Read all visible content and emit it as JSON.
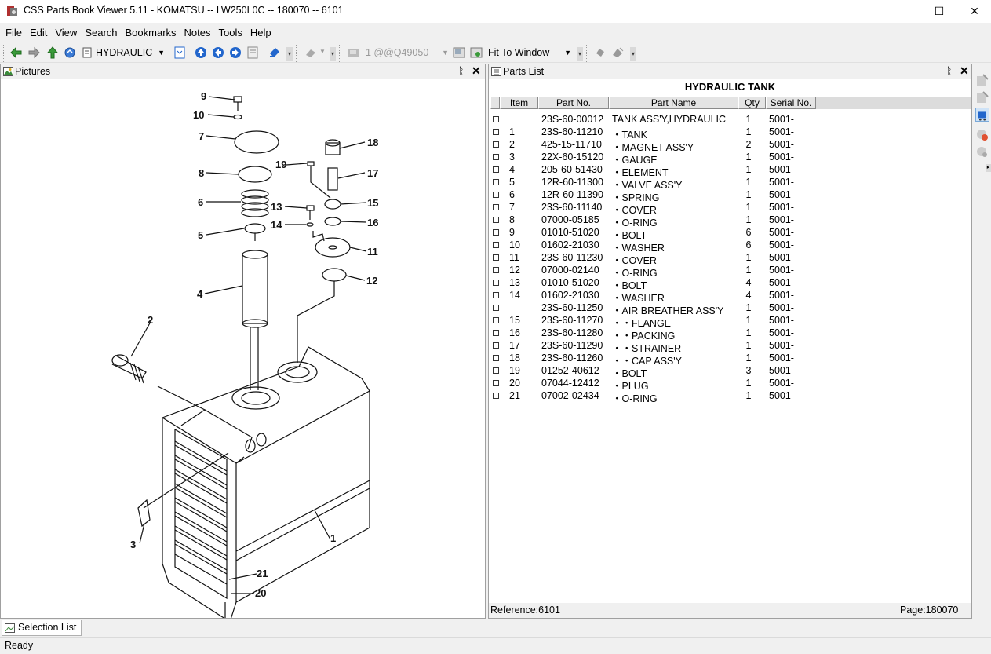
{
  "window": {
    "title": "CSS Parts Book Viewer 5.11 - KOMATSU -- LW250L0C -- 180070 -- 6101",
    "minimize": "—",
    "maximize": "☐",
    "close": "✕"
  },
  "menu": [
    "File",
    "Edit",
    "View",
    "Search",
    "Bookmarks",
    "Notes",
    "Tools",
    "Help"
  ],
  "toolbar": {
    "group_select": "HYDRAULIC",
    "page_select": "1 @@Q49050",
    "zoom_select": "Fit To Window"
  },
  "pictures_panel": {
    "title": "Pictures",
    "pin": "ᚱ",
    "close": "✕",
    "callouts": [
      "9",
      "10",
      "7",
      "8",
      "6",
      "5",
      "4",
      "2",
      "3",
      "19",
      "18",
      "17",
      "13",
      "15",
      "14",
      "16",
      "11",
      "12",
      "1",
      "21",
      "20"
    ]
  },
  "parts_panel": {
    "title": "Parts List",
    "pin": "ᚱ",
    "close": "✕",
    "heading": "HYDRAULIC TANK",
    "columns": [
      "Item",
      "Part No.",
      "Part Name",
      "Qty",
      "Serial No."
    ],
    "rows": [
      {
        "item": "",
        "part": "23S-60-00012",
        "name": "TANK ASS'Y,HYDRAULIC",
        "qty": "1",
        "serial": "5001-"
      },
      {
        "item": "1",
        "part": "23S-60-11210",
        "name": "・TANK",
        "qty": "1",
        "serial": "5001-"
      },
      {
        "item": "2",
        "part": "425-15-11710",
        "name": "・MAGNET ASS'Y",
        "qty": "2",
        "serial": "5001-"
      },
      {
        "item": "3",
        "part": "22X-60-15120",
        "name": "・GAUGE",
        "qty": "1",
        "serial": "5001-"
      },
      {
        "item": "4",
        "part": "205-60-51430",
        "name": "・ELEMENT",
        "qty": "1",
        "serial": "5001-"
      },
      {
        "item": "5",
        "part": "12R-60-11300",
        "name": "・VALVE ASS'Y",
        "qty": "1",
        "serial": "5001-"
      },
      {
        "item": "6",
        "part": "12R-60-11390",
        "name": "・SPRING",
        "qty": "1",
        "serial": "5001-"
      },
      {
        "item": "7",
        "part": "23S-60-11140",
        "name": "・COVER",
        "qty": "1",
        "serial": "5001-"
      },
      {
        "item": "8",
        "part": "07000-05185",
        "name": "・O-RING",
        "qty": "1",
        "serial": "5001-"
      },
      {
        "item": "9",
        "part": "01010-51020",
        "name": "・BOLT",
        "qty": "6",
        "serial": "5001-"
      },
      {
        "item": "10",
        "part": "01602-21030",
        "name": "・WASHER",
        "qty": "6",
        "serial": "5001-"
      },
      {
        "item": "11",
        "part": "23S-60-11230",
        "name": "・COVER",
        "qty": "1",
        "serial": "5001-"
      },
      {
        "item": "12",
        "part": "07000-02140",
        "name": "・O-RING",
        "qty": "1",
        "serial": "5001-"
      },
      {
        "item": "13",
        "part": "01010-51020",
        "name": "・BOLT",
        "qty": "4",
        "serial": "5001-"
      },
      {
        "item": "14",
        "part": "01602-21030",
        "name": "・WASHER",
        "qty": "4",
        "serial": "5001-"
      },
      {
        "item": "",
        "part": "23S-60-11250",
        "name": "・AIR BREATHER ASS'Y",
        "qty": "1",
        "serial": "5001-"
      },
      {
        "item": "15",
        "part": "23S-60-11270",
        "name": "・・FLANGE",
        "qty": "1",
        "serial": "5001-"
      },
      {
        "item": "16",
        "part": "23S-60-11280",
        "name": "・・PACKING",
        "qty": "1",
        "serial": "5001-"
      },
      {
        "item": "17",
        "part": "23S-60-11290",
        "name": "・・STRAINER",
        "qty": "1",
        "serial": "5001-"
      },
      {
        "item": "18",
        "part": "23S-60-11260",
        "name": "・・CAP ASS'Y",
        "qty": "1",
        "serial": "5001-"
      },
      {
        "item": "19",
        "part": "01252-40612",
        "name": "・BOLT",
        "qty": "3",
        "serial": "5001-"
      },
      {
        "item": "20",
        "part": "07044-12412",
        "name": "・PLUG",
        "qty": "1",
        "serial": "5001-"
      },
      {
        "item": "21",
        "part": "07002-02434",
        "name": "・O-RING",
        "qty": "1",
        "serial": "5001-"
      }
    ],
    "reference": "Reference:6101",
    "page": "Page:180070"
  },
  "bottom": {
    "tab": "Selection List",
    "status": "Ready"
  },
  "colors": {
    "toolbar_blue": "#2266cc",
    "header_gray": "#dcdcdc"
  }
}
